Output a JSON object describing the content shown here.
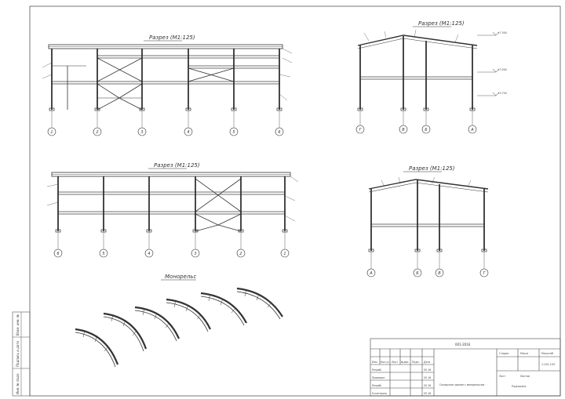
{
  "views": {
    "section1_title": "Разрез (М1:125)",
    "section2_title": "Разрез (М1:125)",
    "section3_title": "Разрез (М1:125)",
    "section4_title": "Разрез (М1:125)",
    "monorail_title": "Монорельс"
  },
  "axes": {
    "section1": [
      "1",
      "2",
      "3",
      "4",
      "5",
      "6"
    ],
    "section2": [
      "6",
      "5",
      "4",
      "3",
      "2",
      "1"
    ],
    "section3": [
      "Г",
      "В",
      "Б",
      "А"
    ],
    "section4": [
      "А",
      "Б",
      "В",
      "Г"
    ]
  },
  "elevations": {
    "section3": [
      "+7.500",
      "+3.500",
      "+0.750"
    ]
  },
  "title_block": {
    "doc_code": "001-2016",
    "col_headers": [
      "Изм.",
      "Кол.уч",
      "Лист",
      "№док.",
      "Подп.",
      "Дата"
    ],
    "stage_header": "Стадия",
    "sheet_header": "Масса",
    "sheets_header": "Масштаб",
    "mass_value": "1:125,1:50",
    "sheet_label": "Лист",
    "sheets_label": "Листов",
    "role1": "Разраб.",
    "role2": "Проверил",
    "role3": "Разраб.",
    "role4": "Н.контроль",
    "date": "05.16",
    "name": "Складское здание с монорельсом",
    "org": "Подписано"
  },
  "margin_stamp": {
    "inv_label": "Инв. № подл.",
    "sign_label": "Подпись и дата",
    "rep_label": "Взам. инв. №"
  }
}
